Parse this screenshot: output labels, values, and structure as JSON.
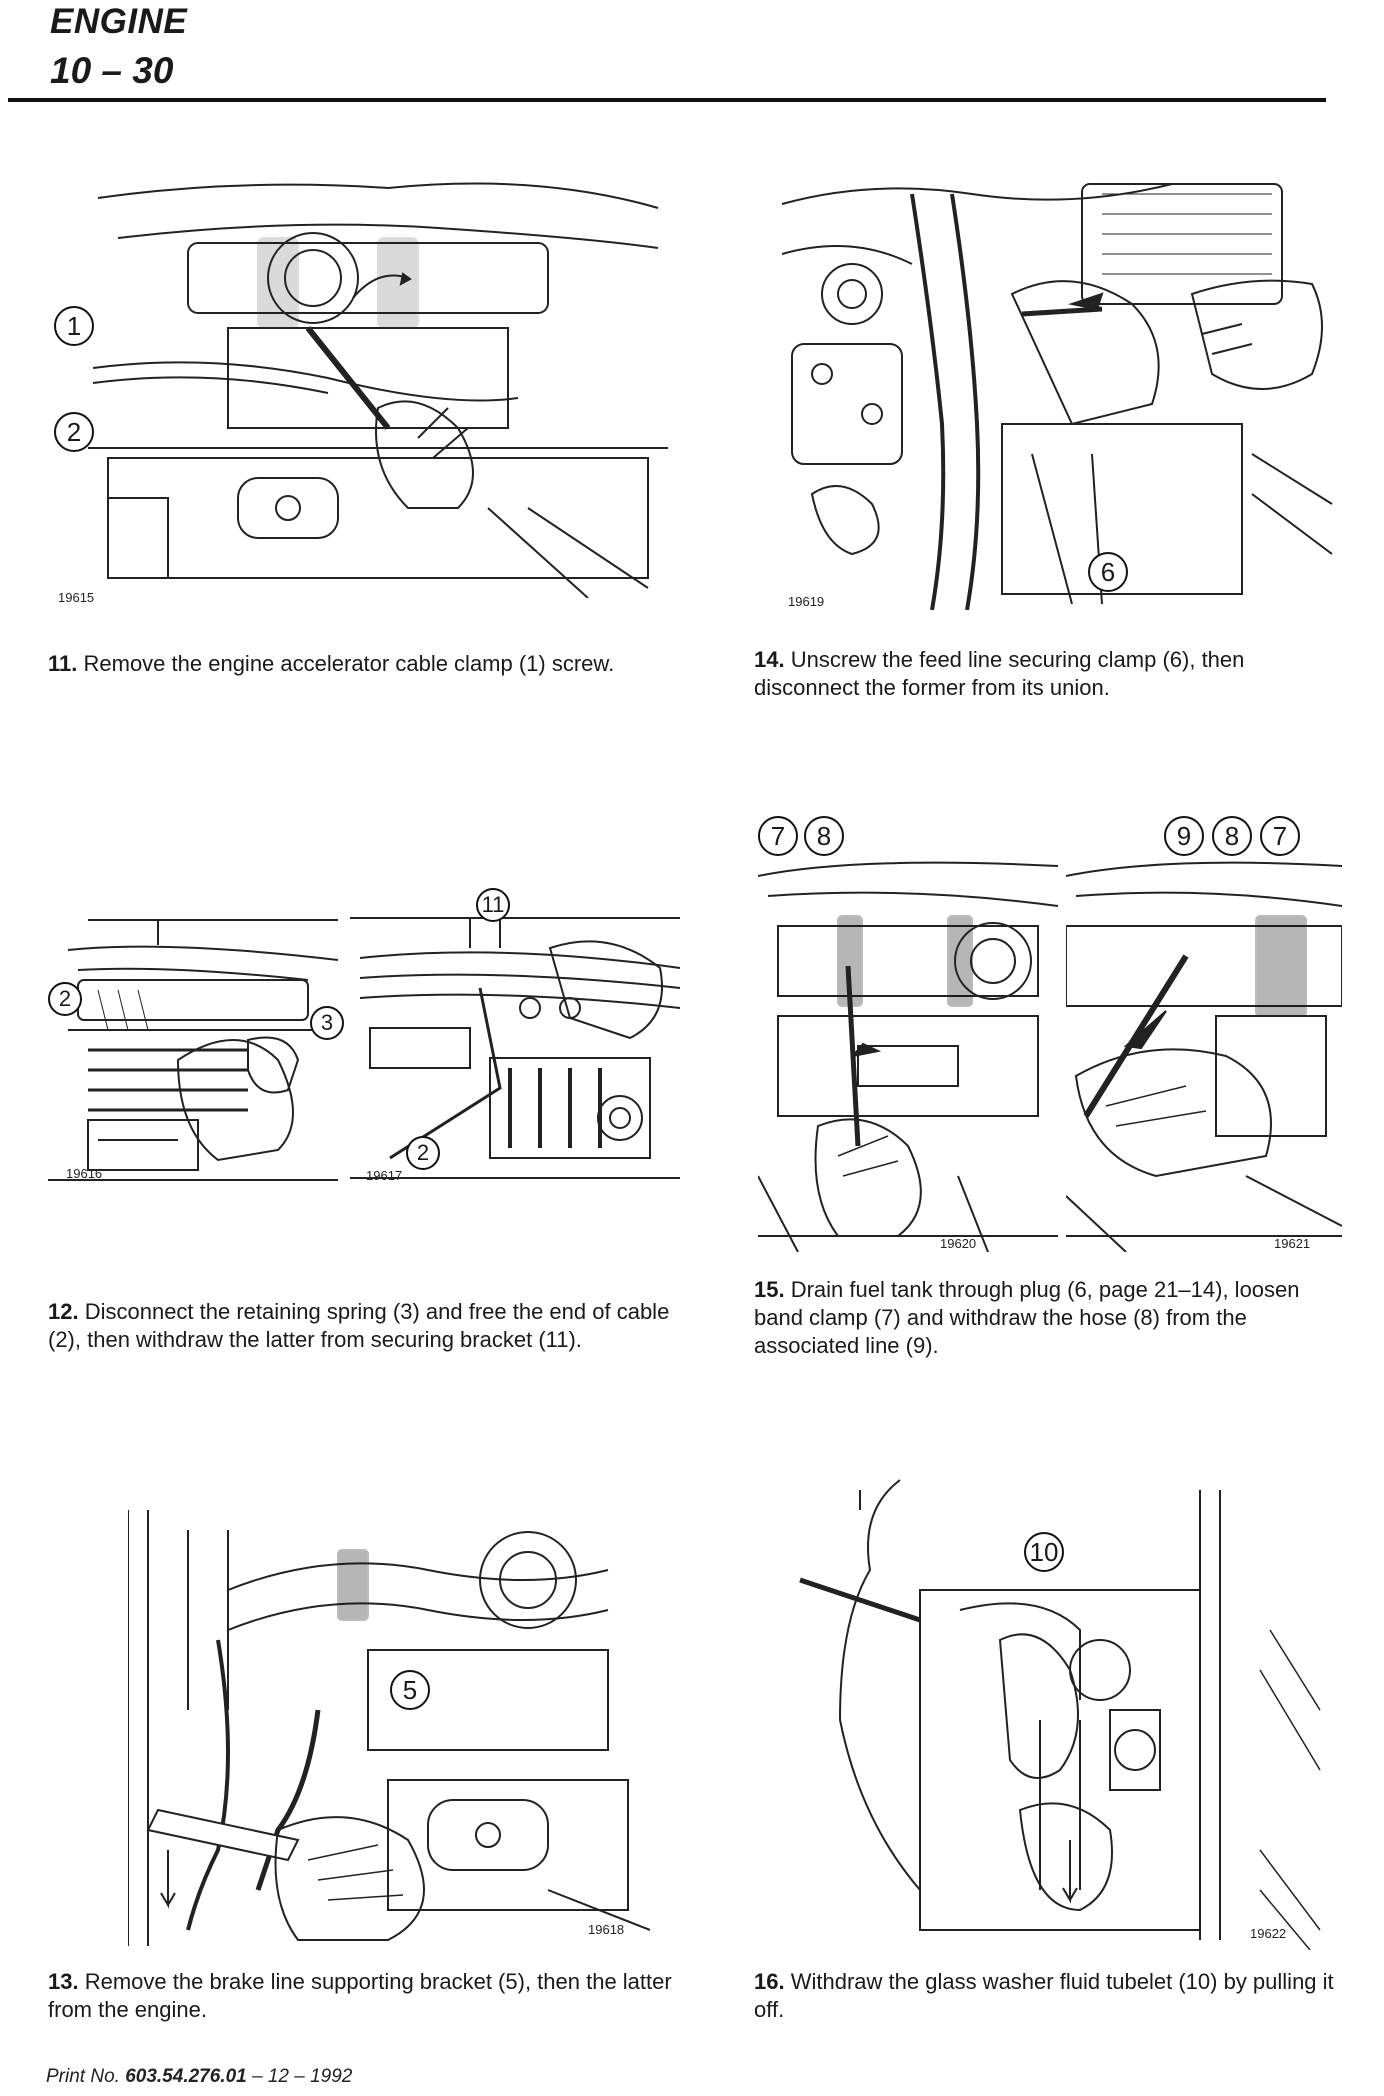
{
  "header": {
    "section": "ENGINE",
    "page": "10 – 30"
  },
  "figures": [
    {
      "id": "19615",
      "callouts": [
        "1",
        "2"
      ]
    },
    {
      "id": "19619",
      "callouts": [
        "6"
      ]
    },
    {
      "id": "19616",
      "callouts": [
        "2",
        "3"
      ]
    },
    {
      "id": "19617",
      "callouts": [
        "11",
        "2"
      ]
    },
    {
      "id": "19620",
      "callouts": [
        "7",
        "8"
      ]
    },
    {
      "id": "19621",
      "callouts": [
        "9",
        "8",
        "7"
      ]
    },
    {
      "id": "19618",
      "callouts": [
        "5"
      ]
    },
    {
      "id": "19622",
      "callouts": [
        "10"
      ]
    }
  ],
  "steps": [
    {
      "num": "11.",
      "text": "Remove the engine accelerator cable clamp (1) screw."
    },
    {
      "num": "14.",
      "text": "Unscrew the feed line securing clamp (6), then disconnect the former from its union."
    },
    {
      "num": "12.",
      "text": "Disconnect the retaining spring (3) and free the end of cable (2), then withdraw the latter from securing bracket (11)."
    },
    {
      "num": "15.",
      "text": "Drain fuel tank through plug (6, page 21–14), loosen band clamp (7) and withdraw the hose (8) from the associated line (9)."
    },
    {
      "num": "13.",
      "text": "Remove the brake line supporting bracket (5), then the latter from the engine."
    },
    {
      "num": "16.",
      "text": "Withdraw the glass washer fluid tubelet (10) by pulling it off."
    }
  ],
  "footer": {
    "prefix": "Print No.",
    "code": "603.54.276.01",
    "suffix": "– 12 – 1992"
  }
}
